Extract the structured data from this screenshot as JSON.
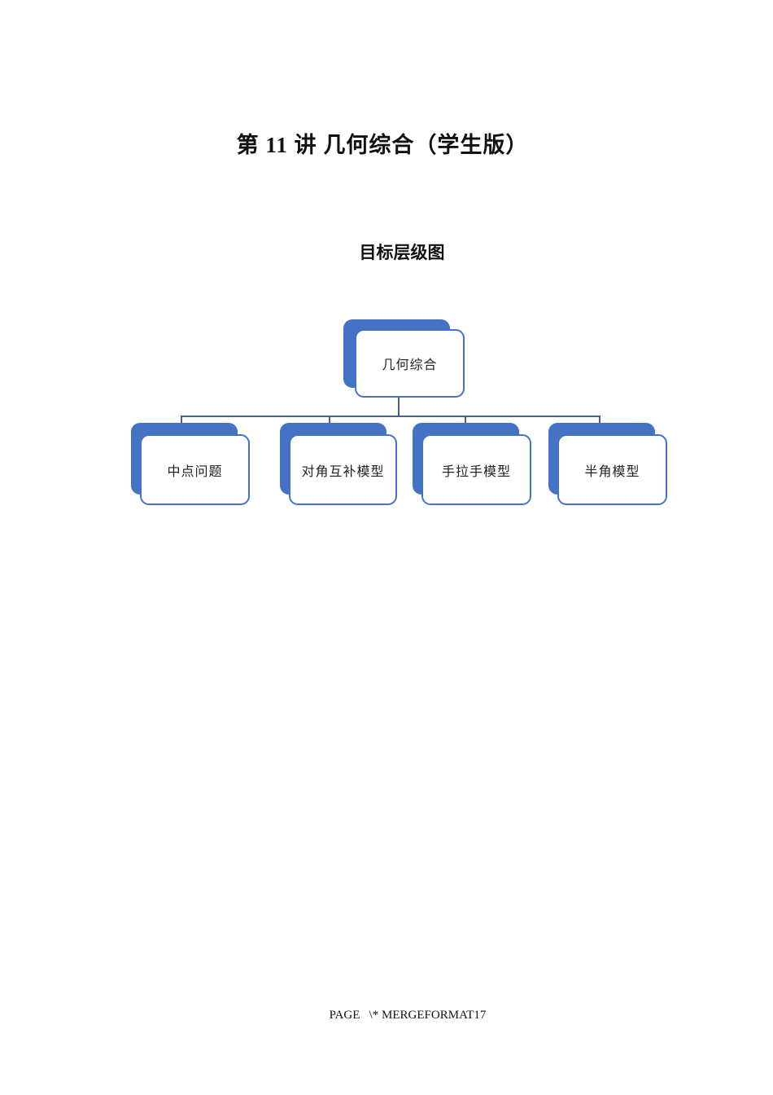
{
  "document": {
    "title": "第 11 讲 几何综合（学生版）",
    "section_heading": "目标层级图",
    "footer_field_code": "PAGE   \\* MERGEFORMAT17"
  },
  "diagram": {
    "type": "hierarchy",
    "root": {
      "label": "几何综合"
    },
    "children": [
      {
        "label": "中点问题"
      },
      {
        "label": "对角互补模型"
      },
      {
        "label": "手拉手模型"
      },
      {
        "label": "半角模型"
      }
    ]
  },
  "colors": {
    "accent_blue": "#4472C4",
    "connector_blue": "#46618f",
    "node_background": "#ffffff",
    "text": "#111111"
  }
}
